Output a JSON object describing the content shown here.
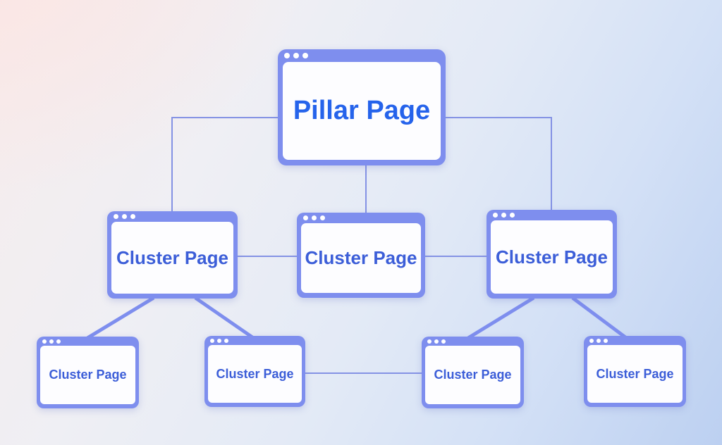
{
  "colors": {
    "window_chrome": "#7e8eee",
    "pillar_text": "#2563eb",
    "cluster_text": "#3c5ed8",
    "connector": "#8492e4",
    "bg_top_left": "#fce9e8",
    "bg_bottom_right": "#b6cbef"
  },
  "icons": {
    "window_control": "window-dots-icon"
  },
  "nodes": {
    "pillar": {
      "label": "Pillar Page"
    },
    "cluster_mid_left": {
      "label": "Cluster Page"
    },
    "cluster_mid_center": {
      "label": "Cluster Page"
    },
    "cluster_mid_right": {
      "label": "Cluster Page"
    },
    "cluster_bottom_1": {
      "label": "Cluster Page"
    },
    "cluster_bottom_2": {
      "label": "Cluster Page"
    },
    "cluster_bottom_3": {
      "label": "Cluster Page"
    },
    "cluster_bottom_4": {
      "label": "Cluster Page"
    }
  }
}
